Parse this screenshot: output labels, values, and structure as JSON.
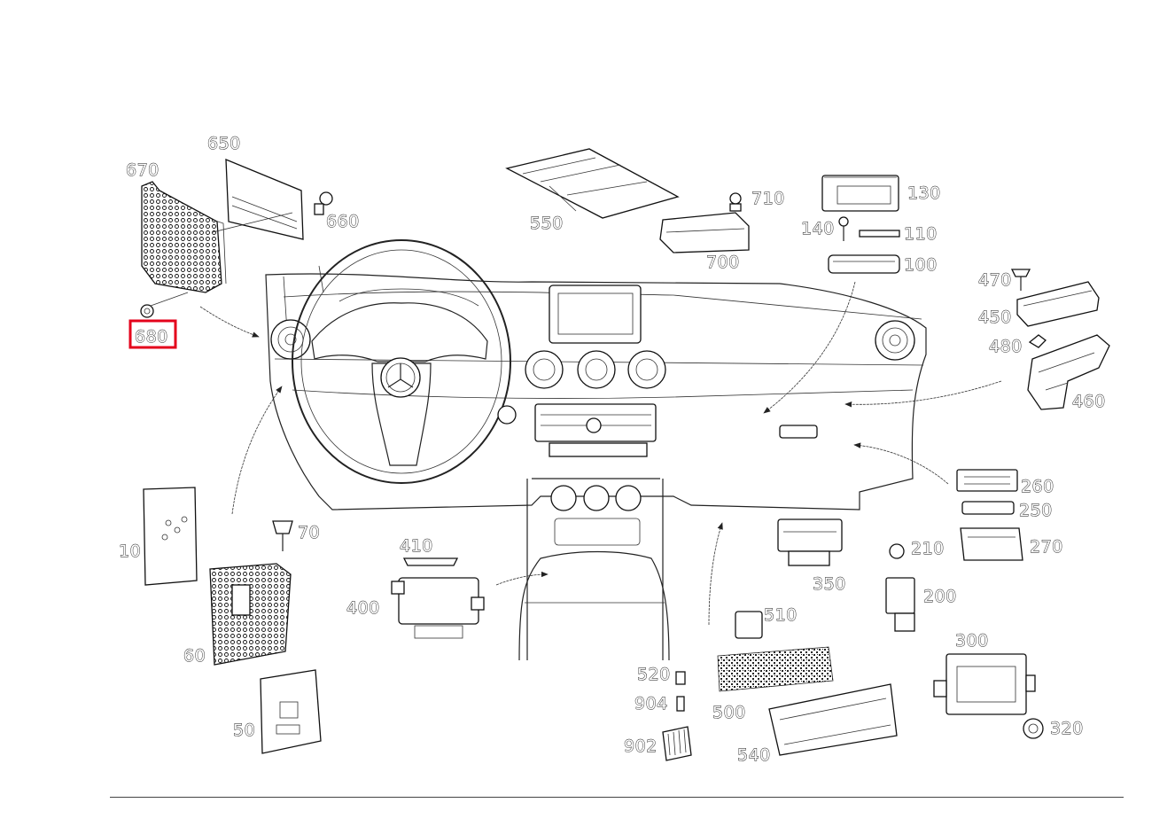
{
  "labels": {
    "l650": "650",
    "l670": "670",
    "l660": "660",
    "l680": "680",
    "l550": "550",
    "l710": "710",
    "l700": "700",
    "l130": "130",
    "l140": "140",
    "l110": "110",
    "l100": "100",
    "l470": "470",
    "l450": "450",
    "l480": "480",
    "l460": "460",
    "l260": "260",
    "l250": "250",
    "l270": "270",
    "l10": "10",
    "l70": "70",
    "l60": "60",
    "l50": "50",
    "l410": "410",
    "l400": "400",
    "l350": "350",
    "l210": "210",
    "l200": "200",
    "l510": "510",
    "l520": "520",
    "l904": "904",
    "l902": "902",
    "l500": "500",
    "l540": "540",
    "l300": "300",
    "l320": "320"
  },
  "highlighted_label": "680",
  "colors": {
    "highlight": "#e4001b",
    "line": "#111111",
    "background": "#ffffff"
  }
}
